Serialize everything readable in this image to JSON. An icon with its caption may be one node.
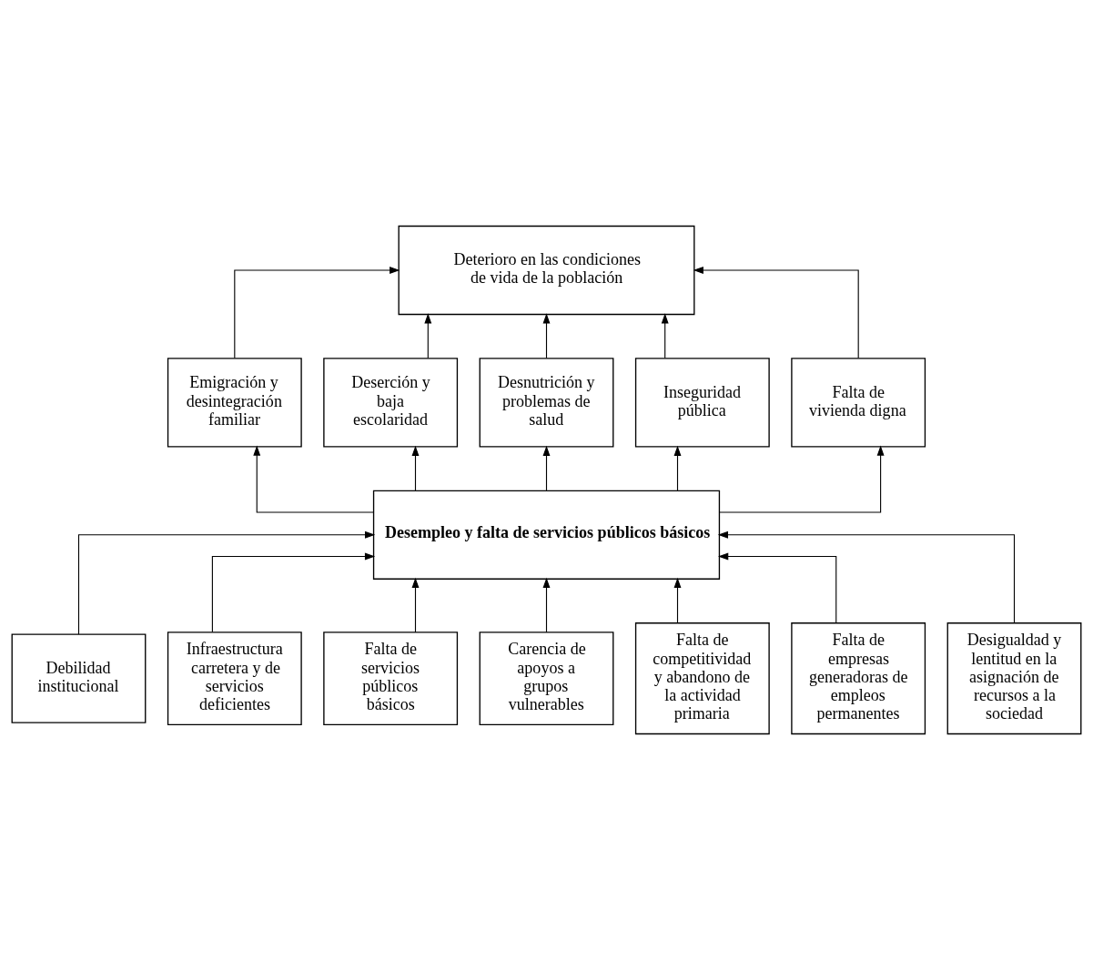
{
  "diagram": {
    "nodes": [
      {
        "text": [
          "Deterioro en las condiciones de vida de la población"
        ]
      },
      {
        "text": [
          "Emigración y desintegración familiar"
        ]
      },
      {
        "text": [
          "Deserción y baja escolaridad"
        ]
      },
      {
        "text": [
          "Desnutrición y problemas de salud"
        ]
      },
      {
        "text": [
          "Inseguridad pública"
        ]
      },
      {
        "text": [
          "Falta de vivienda digna"
        ]
      },
      {
        "text": [
          "Desempleo y falta de servicios públicos básicos"
        ]
      },
      {
        "text": [
          "Debilidad institucional"
        ]
      },
      {
        "text": [
          "Infraestructura carretera y de servicios deficientes"
        ]
      },
      {
        "text": [
          "Falta de servicios públicos básicos"
        ]
      },
      {
        "text": [
          "Carencia de apoyos a grupos vulnerables"
        ]
      },
      {
        "text": [
          "Falta de competitividad y abandono de la actividad primaria"
        ]
      },
      {
        "text": [
          "Falta de empresas generadoras de empleos permanentes"
        ]
      },
      {
        "text": [
          "Desigualdad y lentitud en la asignación de recursos a la sociedad"
        ]
      }
    ],
    "edges": [
      {
        "from": 1,
        "to": 0,
        "arrow": "to"
      },
      {
        "from": 2,
        "to": 0,
        "arrow": "to"
      },
      {
        "from": 3,
        "to": 0,
        "arrow": "to"
      },
      {
        "from": 4,
        "to": 0,
        "arrow": "to"
      },
      {
        "from": 5,
        "to": 0,
        "arrow": "to"
      },
      {
        "from": 6,
        "to": 1,
        "arrow": "to"
      },
      {
        "from": 6,
        "to": 2,
        "arrow": "to"
      },
      {
        "from": 6,
        "to": 3,
        "arrow": "to"
      },
      {
        "from": 6,
        "to": 4,
        "arrow": "to"
      },
      {
        "from": 6,
        "to": 5,
        "arrow": "to"
      },
      {
        "from": 7,
        "to": 6,
        "arrow": "to"
      },
      {
        "from": 11,
        "to": 6,
        "arrow": "to"
      },
      {
        "from": 8,
        "to": 6,
        "arrow": "to"
      },
      {
        "from": 12,
        "to": 6,
        "arrow": "to"
      },
      {
        "from": 9,
        "to": 6,
        "arrow": "to"
      },
      {
        "from": 13,
        "to": 6,
        "arrow": "to"
      },
      {
        "from": 10,
        "to": 6,
        "arrow": "to"
      }
    ]
  }
}
